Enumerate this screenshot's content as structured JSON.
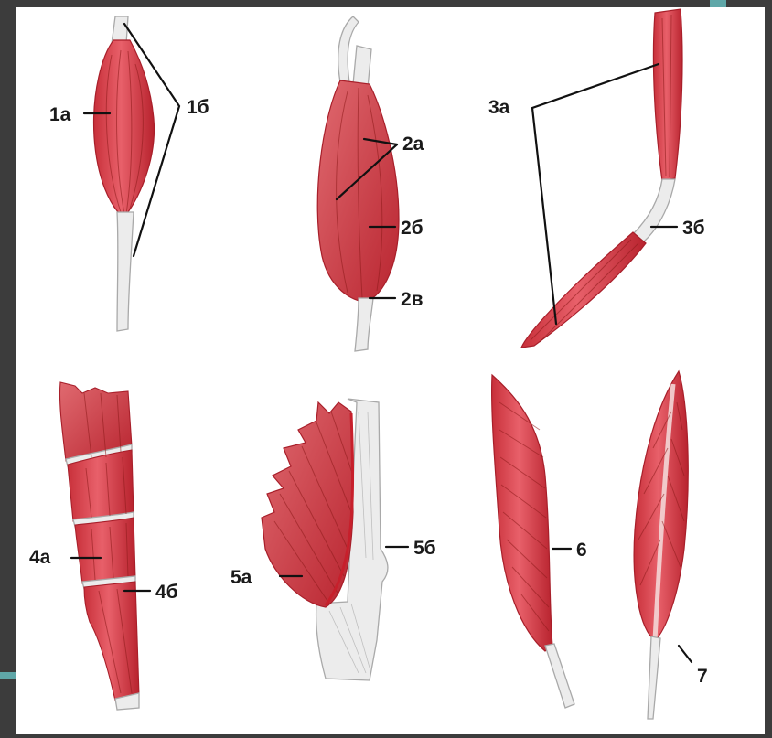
{
  "labels": {
    "l1a": "1а",
    "l1b": "1б",
    "l2a": "2а",
    "l2b": "2б",
    "l2v": "2в",
    "l3a": "3а",
    "l3b": "3б",
    "l4a": "4а",
    "l4b": "4б",
    "l5a": "5а",
    "l5b": "5б",
    "l6": "6",
    "l7": "7"
  },
  "colors": {
    "background": "#3c3c3c",
    "panel": "#ffffff",
    "accent": "#5fa7a8",
    "muscle": "#d9404a",
    "muscle_dark": "#b8232e",
    "tendon": "#ececec",
    "leader": "#111111"
  }
}
